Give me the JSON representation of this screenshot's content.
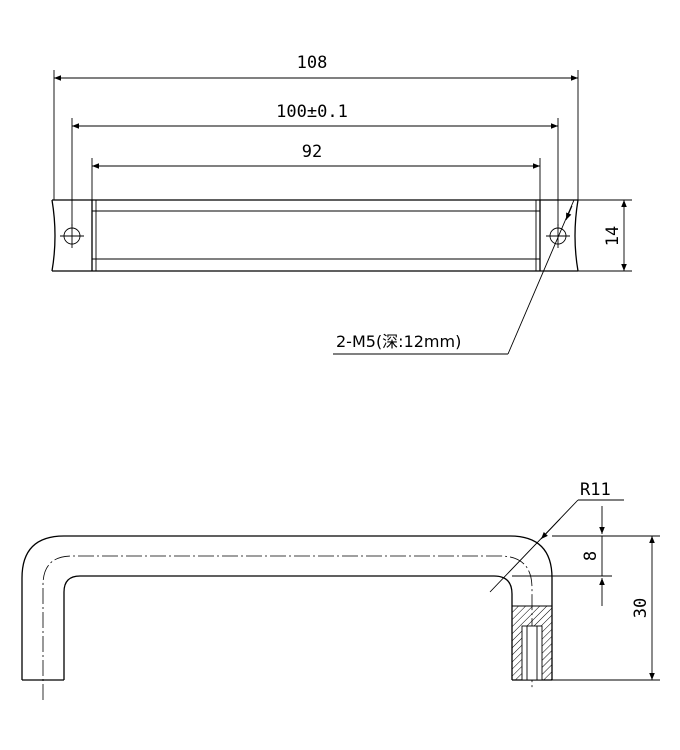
{
  "drawing": {
    "top_view": {
      "overall_length": "108",
      "hole_spacing": "100±0.1",
      "inner_length": "92",
      "height": "14",
      "hole_note": "2-M5(深:12mm)"
    },
    "side_view": {
      "bend_radius": "R11",
      "bar_thickness": "8",
      "total_height": "30"
    }
  }
}
